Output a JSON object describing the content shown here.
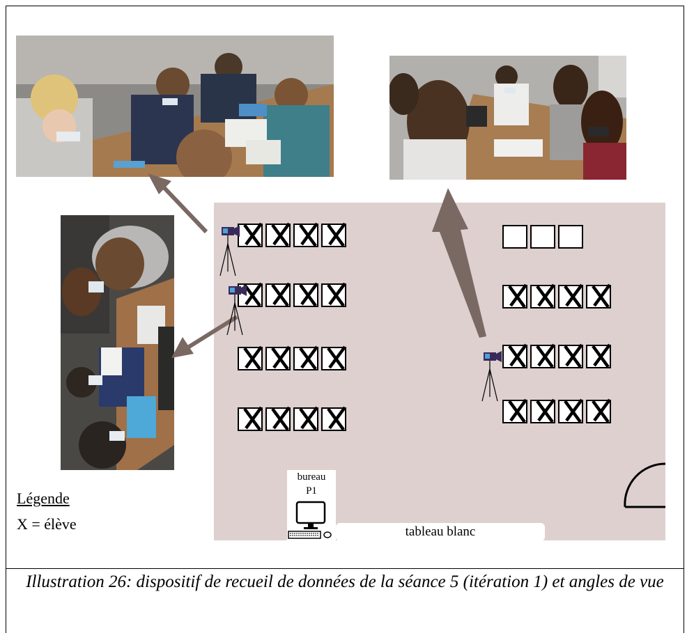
{
  "bureau": {
    "line1": "bureau",
    "line2": "P1"
  },
  "tableau_label": "tableau blanc",
  "legend": {
    "title": "Légende",
    "text": "X = élève"
  },
  "caption": "Illustration 26: dispositif de recueil de données de la séance 5 (itération 1) et angles de vue",
  "desk_rows": [
    {
      "side": "left",
      "count": 4,
      "occupied": [
        true,
        true,
        true,
        true
      ]
    },
    {
      "side": "left",
      "count": 4,
      "occupied": [
        true,
        true,
        true,
        true
      ]
    },
    {
      "side": "left",
      "count": 4,
      "occupied": [
        true,
        true,
        true,
        true
      ]
    },
    {
      "side": "left",
      "count": 4,
      "occupied": [
        true,
        true,
        true,
        true
      ]
    },
    {
      "side": "right",
      "count": 3,
      "occupied": [
        false,
        false,
        false
      ]
    },
    {
      "side": "right",
      "count": 4,
      "occupied": [
        true,
        true,
        true,
        true
      ]
    },
    {
      "side": "right",
      "count": 4,
      "occupied": [
        true,
        true,
        true,
        true
      ]
    },
    {
      "side": "right",
      "count": 4,
      "occupied": [
        true,
        true,
        true,
        true
      ]
    }
  ],
  "colors": {
    "room": "#ddd0cf",
    "arrow": "#7a6862",
    "camera": "#3a2a5a"
  }
}
